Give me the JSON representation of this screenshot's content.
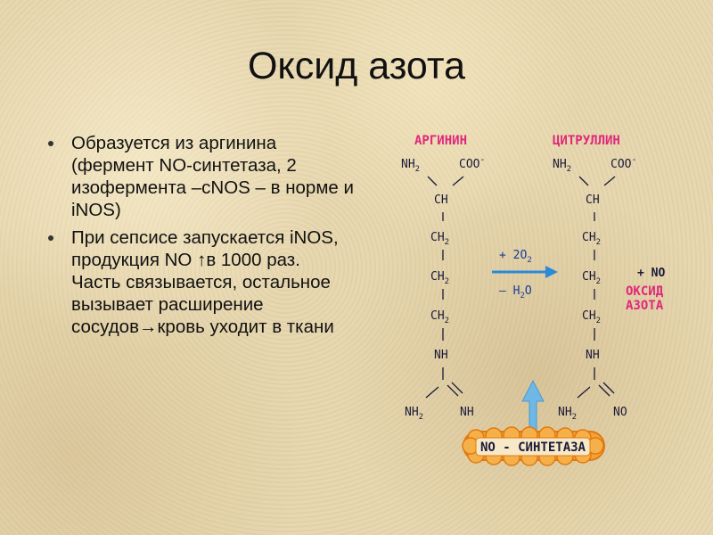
{
  "slide": {
    "title": "Оксид азота",
    "bullets": [
      "Образуется из аргинина (фермент NO-синтетаза, 2 изофермента –cNOS – в норме и iNOS)",
      "При сепсисе запускается iNOS, продукция NO ↑в 1000 раз. Часть связывается, остальное вызывает расширение сосудов→кровь уходит в ткани"
    ]
  },
  "diagram": {
    "arginine": {
      "name": "АРГИНИН",
      "top_left": "NH",
      "top_left_sub": "2",
      "top_right": "COO",
      "top_right_sup": "-",
      "chain": [
        "CH",
        "CH",
        "CH",
        "CH",
        "NH"
      ],
      "chain_subs": [
        "",
        "2",
        "2",
        "2",
        ""
      ],
      "bottom_left": "NH",
      "bottom_left_sub": "2",
      "bottom_right": "NH"
    },
    "citrulline": {
      "name": "ЦИТРУЛЛИН",
      "top_left": "NH",
      "top_left_sub": "2",
      "top_right": "COO",
      "top_right_sup": "-",
      "chain": [
        "CH",
        "CH",
        "CH",
        "CH",
        "NH"
      ],
      "chain_subs": [
        "",
        "2",
        "2",
        "2",
        ""
      ],
      "bottom_left": "NH",
      "bottom_left_sub": "2",
      "bottom_right": "NO"
    },
    "reaction": {
      "plus": "+ 2O",
      "plus_sub": "2",
      "minus": "– H",
      "minus_sub": "2",
      "minus_tail": "O"
    },
    "product": {
      "plus_no": "+ NO",
      "name_line1": "ОКСИД",
      "name_line2": "АЗОТА"
    },
    "enzyme": "NO - СИНТЕТАЗА",
    "colors": {
      "red_text": "#e0287a",
      "dark_text": "#1a1a3a",
      "blue_text": "#1a3a9a",
      "arrow": "#2a8ad8",
      "enzyme_fill": "#f3a23a",
      "enzyme_stroke": "#e07a10",
      "up_arrow": "#6fb8e6"
    }
  }
}
